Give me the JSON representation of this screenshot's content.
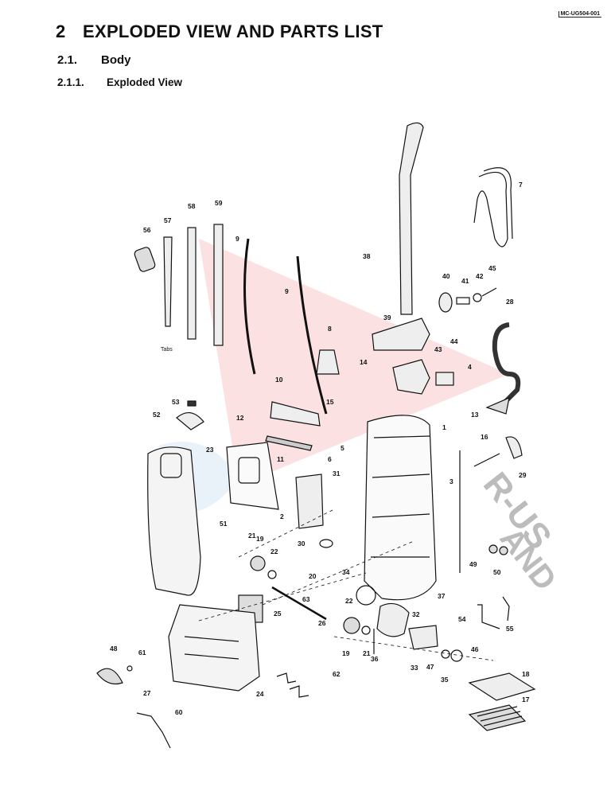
{
  "doc_id": "MC-UG504-001",
  "section": {
    "number": "2",
    "title": "EXPLODED VIEW AND PARTS LIST"
  },
  "subsection": {
    "number": "2.1.",
    "title": "Body"
  },
  "subsubsection": {
    "number": "2.1.1.",
    "title": "Exploded View"
  },
  "diagram": {
    "watermark_texts": [
      "R-US",
      "AND"
    ],
    "labels": [
      "1",
      "2",
      "3",
      "4",
      "5",
      "6",
      "7",
      "8",
      "9",
      "9",
      "10",
      "11",
      "12",
      "13",
      "14",
      "15",
      "16",
      "17",
      "18",
      "19",
      "19",
      "20",
      "21",
      "21",
      "22",
      "22",
      "23",
      "24",
      "25",
      "26",
      "27",
      "28",
      "29",
      "30",
      "31",
      "32",
      "33",
      "34",
      "35",
      "36",
      "37",
      "38",
      "39",
      "40",
      "41",
      "42",
      "43",
      "44",
      "45",
      "46",
      "47",
      "48",
      "49",
      "50",
      "51",
      "52",
      "53",
      "54",
      "55",
      "56",
      "57",
      "58",
      "59",
      "60",
      "61",
      "62",
      "63",
      "Tabs"
    ]
  }
}
